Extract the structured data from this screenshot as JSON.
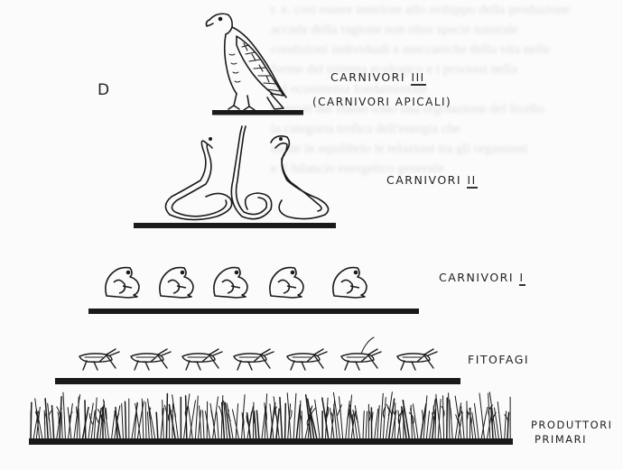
{
  "panel_letter": "D",
  "levels": [
    {
      "label": "CARNIVORI",
      "numeral": "III",
      "sublabel": "(CARNIVORI APICALI)",
      "organism": "eagle-icon"
    },
    {
      "label": "CARNIVORI",
      "numeral": "II",
      "organism": "snake-icon"
    },
    {
      "label": "CARNIVORI",
      "numeral": "I",
      "organism": "frog-icon"
    },
    {
      "label": "FITOFAGI",
      "organism": "grasshopper-icon"
    },
    {
      "label": "PRODUTTORI",
      "label_line2": "PRIMARI",
      "organism": "grass-icon"
    }
  ],
  "colors": {
    "ink": "#1a1a1a",
    "paper": "#fbfbfb",
    "bleed_text": "#c9c9c9"
  }
}
